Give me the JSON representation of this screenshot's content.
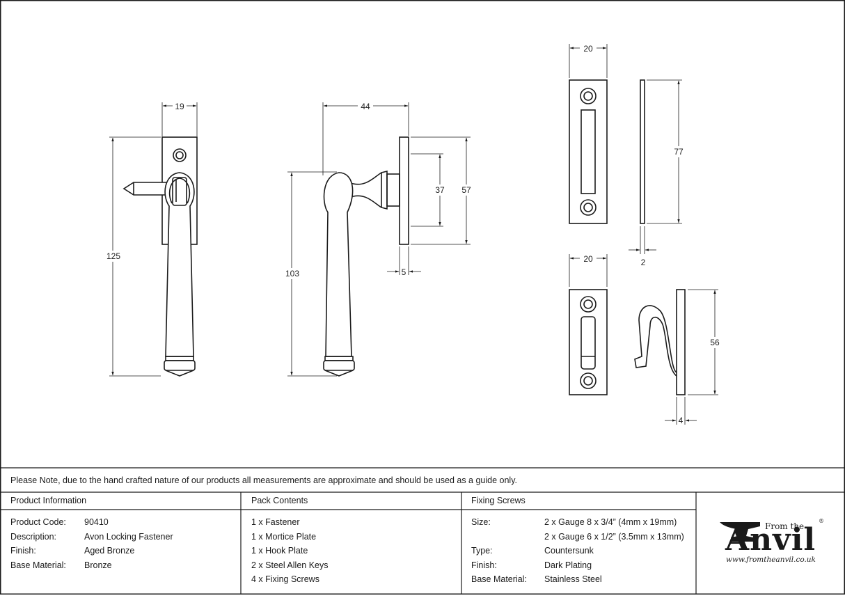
{
  "drawing": {
    "dimensions": {
      "fastener_width": "19",
      "fastener_height": "125",
      "side_depth": "44",
      "side_height": "103",
      "backplate_inner": "37",
      "backplate_outer": "57",
      "backplate_thickness": "5",
      "mortice_width": "20",
      "mortice_height": "77",
      "mortice_thickness": "2",
      "hook_plate_width": "20",
      "hook_height": "56",
      "hook_thickness": "4"
    }
  },
  "note": "Please Note, due to the hand crafted nature of our products all measurements are approximate and should be used as a guide only.",
  "product_info": {
    "heading": "Product Information",
    "rows": [
      {
        "label": "Product Code:",
        "value": "90410"
      },
      {
        "label": "Description:",
        "value": "Avon Locking Fastener"
      },
      {
        "label": "Finish:",
        "value": "Aged Bronze"
      },
      {
        "label": "Base Material:",
        "value": "Bronze"
      }
    ]
  },
  "pack_contents": {
    "heading": "Pack Contents",
    "items": [
      "1 x Fastener",
      "1 x Mortice Plate",
      "1 x Hook Plate",
      "2 x Steel Allen Keys",
      "4 x Fixing Screws"
    ]
  },
  "fixing_screws": {
    "heading": "Fixing Screws",
    "size_label": "Size:",
    "size_values": [
      "2 x Gauge 8 x 3/4” (4mm x 19mm)",
      "2 x Gauge 6 x 1/2” (3.5mm x 13mm)"
    ],
    "type_label": "Type:",
    "type_value": "Countersunk",
    "finish_label": "Finish:",
    "finish_value": "Dark Plating",
    "material_label": "Base Material:",
    "material_value": "Stainless Steel"
  },
  "logo": {
    "from": "From the",
    "registered": "®",
    "brand": "Anvil",
    "url": "www.fromtheanvil.co.uk"
  },
  "colors": {
    "line": "#1a1a1a",
    "background": "#ffffff"
  }
}
